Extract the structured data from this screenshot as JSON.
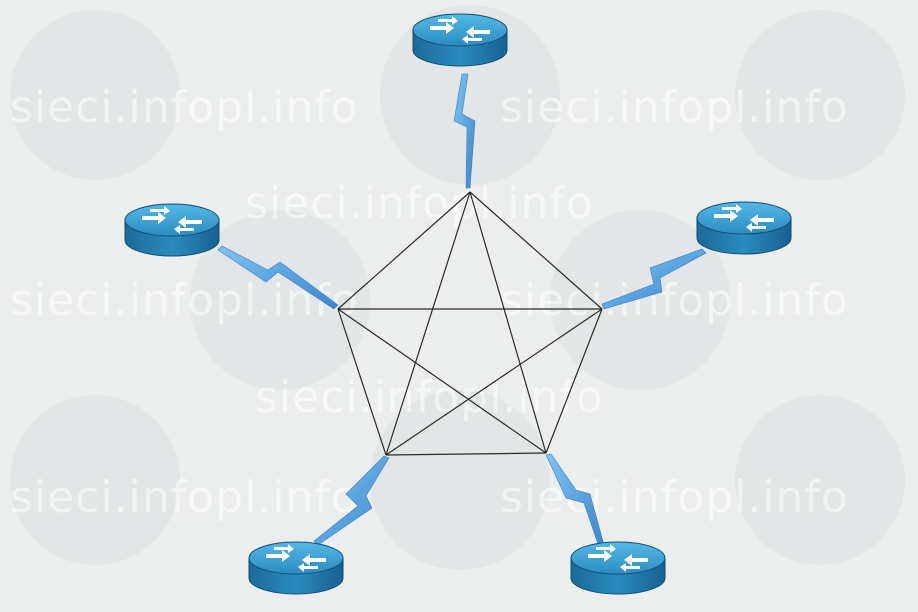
{
  "watermark": {
    "text": "sieci.infopl.info"
  },
  "colors": {
    "background": "#eceeed",
    "router_top": "#3a9fd0",
    "router_side": "#1c6f9c",
    "router_edge": "#0f4f74",
    "link": "#4f9fdd",
    "mesh_line": "#2a2a2a"
  },
  "diagram": {
    "type": "full-mesh-network",
    "router_icon": "router-icon",
    "serial_link_icon": "lightning-link-icon",
    "node_count": 5
  }
}
